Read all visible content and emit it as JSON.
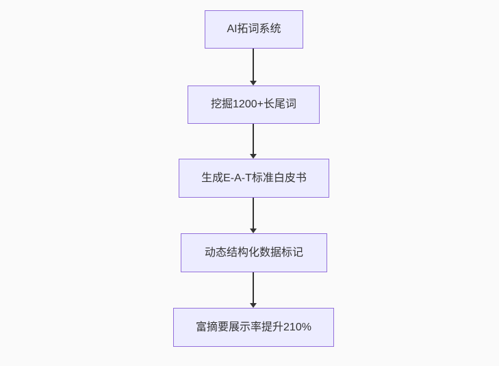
{
  "diagram": {
    "type": "flowchart",
    "direction": "top-down",
    "nodes": [
      {
        "label": "AI拓词系统"
      },
      {
        "label": "挖掘1200+长尾词"
      },
      {
        "label": "生成E-A-T标准白皮书"
      },
      {
        "label": "动态结构化数据标记"
      },
      {
        "label": "富摘要展示率提升210%"
      }
    ],
    "edges": [
      {
        "from": 0,
        "to": 1
      },
      {
        "from": 1,
        "to": 2
      },
      {
        "from": 2,
        "to": 3
      },
      {
        "from": 3,
        "to": 4
      }
    ],
    "colors": {
      "node_fill": "#ECECFF",
      "node_border": "#9370DB",
      "text": "#333333",
      "arrow": "#333333",
      "background": "#FAFAFA"
    }
  }
}
